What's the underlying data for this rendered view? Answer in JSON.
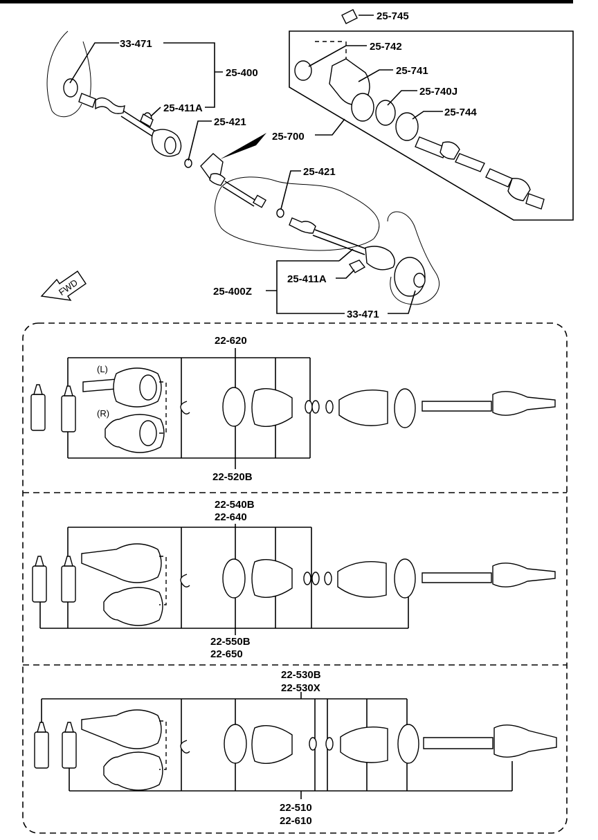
{
  "top_labels": {
    "l33_471_top": "33-471",
    "l25_400": "25-400",
    "l25_411a_top": "25-411A",
    "l25_421_top": "25-421",
    "l25_700": "25-700",
    "l25_745": "25-745",
    "l25_742": "25-742",
    "l25_741": "25-741",
    "l25_740j": "25-740J",
    "l25_744": "25-744",
    "l25_421_mid": "25-421",
    "l25_411a_bot": "25-411A",
    "l25_400z": "25-400Z",
    "l33_471_bot": "33-471",
    "fwd": "FWD"
  },
  "section1": {
    "top": "22-620",
    "bottom": "22-520B",
    "left_mark": "(L)",
    "right_mark": "(R)"
  },
  "section2": {
    "top1": "22-540B",
    "top2": "22-640",
    "bottom1": "22-550B",
    "bottom2": "22-650"
  },
  "section3": {
    "top1": "22-530B",
    "top2": "22-530X",
    "bottom1": "22-510",
    "bottom2": "22-610"
  }
}
